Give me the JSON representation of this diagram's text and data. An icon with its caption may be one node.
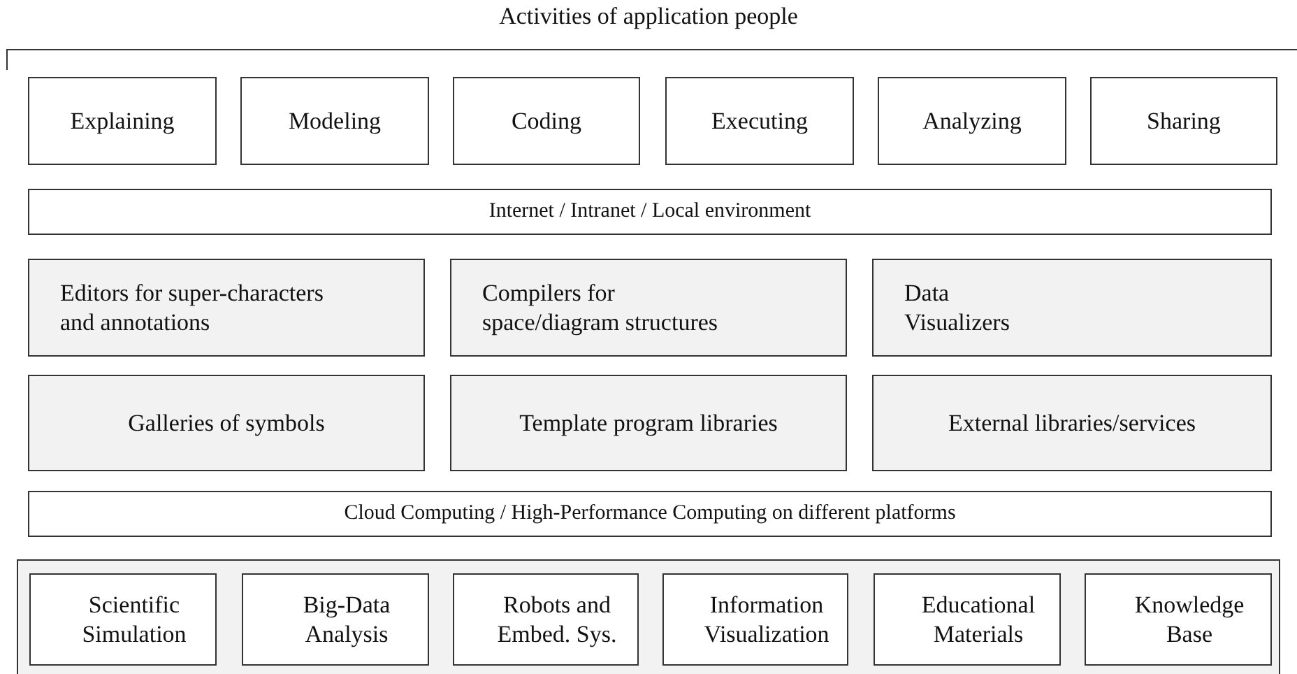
{
  "diagram": {
    "title": "Activities of application people",
    "nodes": [
      {
        "text": [
          "Explaining"
        ]
      },
      {
        "text": [
          "Modeling"
        ]
      },
      {
        "text": [
          "Coding"
        ]
      },
      {
        "text": [
          "Executing"
        ]
      },
      {
        "text": [
          "Analyzing"
        ]
      },
      {
        "text": [
          "Sharing"
        ]
      },
      {
        "text": [
          "Internet / Intranet / Local environment"
        ]
      },
      {
        "text": [
          "Editors for super-characters and annotations"
        ]
      },
      {
        "text": [
          "Compilers for space/diagram structures"
        ]
      },
      {
        "text": [
          "Data Visualizers"
        ]
      },
      {
        "text": [
          "Galleries of symbols"
        ]
      },
      {
        "text": [
          "Template program libraries"
        ]
      },
      {
        "text": [
          "External libraries/services"
        ]
      },
      {
        "text": [
          "Cloud Computing / High-Performance Computing on different platforms"
        ]
      },
      {
        "text": [],
        "shape": "box"
      },
      {
        "text": [
          "Scientific Simulation"
        ],
        "in": 14
      },
      {
        "text": [
          "Big-Data Analysis"
        ],
        "in": 14
      },
      {
        "text": [
          "Robots and Embed. Sys."
        ],
        "in": 14
      },
      {
        "text": [
          "Information Visualization"
        ],
        "in": 14
      },
      {
        "text": [
          "Educational Materials"
        ],
        "in": 14
      },
      {
        "text": [
          "Knowledge Base"
        ],
        "in": 14
      }
    ],
    "edges": []
  }
}
